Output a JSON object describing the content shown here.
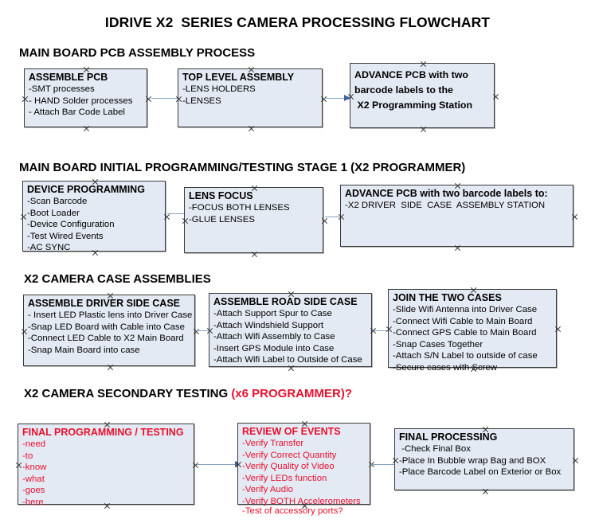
{
  "document": {
    "title": "IDRIVE X2  SERIES CAMERA PROCESSING FLOWCHART"
  },
  "colors": {
    "box_fill": "#e4eaf4",
    "box_border": "#3a3a3a",
    "text": "#000000",
    "accent_red": "#e8112d",
    "connector_shaft": "#8aa3c0",
    "connector_head": "#3f63a8",
    "background": "#ffffff"
  },
  "sections": [
    {
      "heading": "MAIN BOARD PCB ASSEMBLY PROCESS",
      "heading_accent": "",
      "boxes": [
        {
          "title": "ASSEMBLE PCB",
          "lines": [
            "-SMT processes",
            "- HAND Solder processes",
            "- Attach Bar Code Label"
          ],
          "style": "normal"
        },
        {
          "title": "TOP LEVEL ASSEMBLY",
          "lines": [
            "-LENS HOLDERS",
            "-LENSES"
          ],
          "style": "normal"
        },
        {
          "title": "ADVANCE PCB with two",
          "lines": [
            "barcode labels to the",
            " X2 Programming Station"
          ],
          "style": "bold-body"
        }
      ]
    },
    {
      "heading": "MAIN BOARD INITIAL PROGRAMMING/TESTING STAGE 1 (X2 PROGRAMMER)",
      "heading_accent": "",
      "boxes": [
        {
          "title": "DEVICE PROGRAMMING",
          "lines": [
            "-Scan Barcode",
            "-Boot Loader",
            "-Device Configuration",
            "-Test Wired Events",
            "-AC SYNC"
          ],
          "style": "normal"
        },
        {
          "title": "LENS FOCUS",
          "lines": [
            "-FOCUS BOTH LENSES",
            "-GLUE LENSES"
          ],
          "style": "normal"
        },
        {
          "title": "ADVANCE PCB with two barcode labels to:",
          "lines": [
            "-X2 DRIVER  SIDE  CASE  ASSEMBLY STATION"
          ],
          "style": "normal"
        }
      ]
    },
    {
      "heading": "X2 CAMERA CASE ASSEMBLIES",
      "heading_accent": "",
      "boxes": [
        {
          "title": "ASSEMBLE DRIVER SIDE CASE",
          "lines": [
            "- Insert LED Plastic lens into Driver Case",
            "-Snap LED Board with Cable into Case",
            "-Connect LED Cable to X2 Main Board",
            "-Snap Main Board into case"
          ],
          "style": "normal"
        },
        {
          "title": "ASSEMBLE ROAD SIDE CASE",
          "lines": [
            "-Attach Support Spur to Case",
            "-Attach Windshield Support",
            "-Attach Wifi Assembly to Case",
            "-Insert GPS Module into Case",
            "-Attach Wifi Label to Outside of Case"
          ],
          "style": "normal"
        },
        {
          "title": "JOIN THE TWO CASES",
          "lines": [
            "-Slide Wifi Antenna into Driver Case",
            "-Connect Wifi Cable to Main Board",
            "-Connect GPS Cable to Main Board",
            "-Snap Cases Together",
            "-Attach S/N Label to outside of case",
            "-Secure cases with Screw"
          ],
          "style": "normal"
        }
      ]
    },
    {
      "heading": "X2 CAMERA SECONDARY TESTING ",
      "heading_accent": "(x6 PROGRAMMER)?",
      "boxes": [
        {
          "title": "FINAL PROGRAMMING / TESTING",
          "lines": [
            "-need",
            "-to",
            "-know",
            "-what",
            "-goes",
            "-here"
          ],
          "style": "red"
        },
        {
          "title": "REVIEW OF EVENTS",
          "lines": [
            "-Verify Transfer",
            "-Verify Correct Quantity",
            "-Verify Quality of Video",
            "-Verify LEDs function",
            "-Verify Audio",
            "-Verify BOTH Accelerometers"
          ],
          "overflow_line": "-Test of accessory ports?",
          "style": "red"
        },
        {
          "title": "FINAL PROCESSING",
          "lines": [
            " -Check Final Box",
            "-Place In Bubble wrap Bag and BOX",
            "-Place Barcode Label on Exterior or Box"
          ],
          "style": "normal"
        }
      ]
    }
  ]
}
